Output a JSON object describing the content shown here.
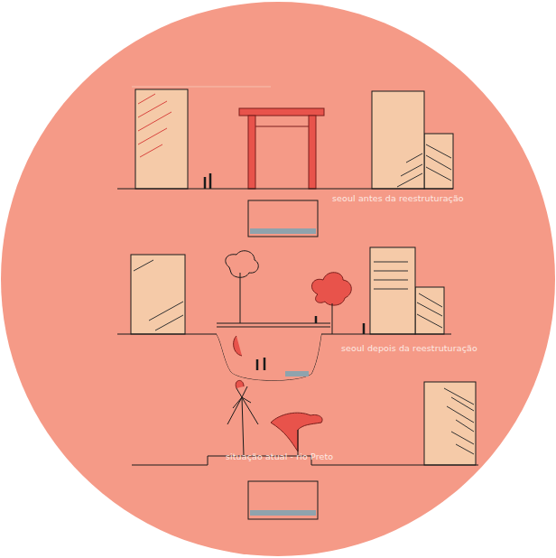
{
  "diagram": {
    "labels": [
      "seoul antes da reestruturação",
      "seoul depois da reestruturação",
      "situação atual - rio Preto"
    ]
  }
}
